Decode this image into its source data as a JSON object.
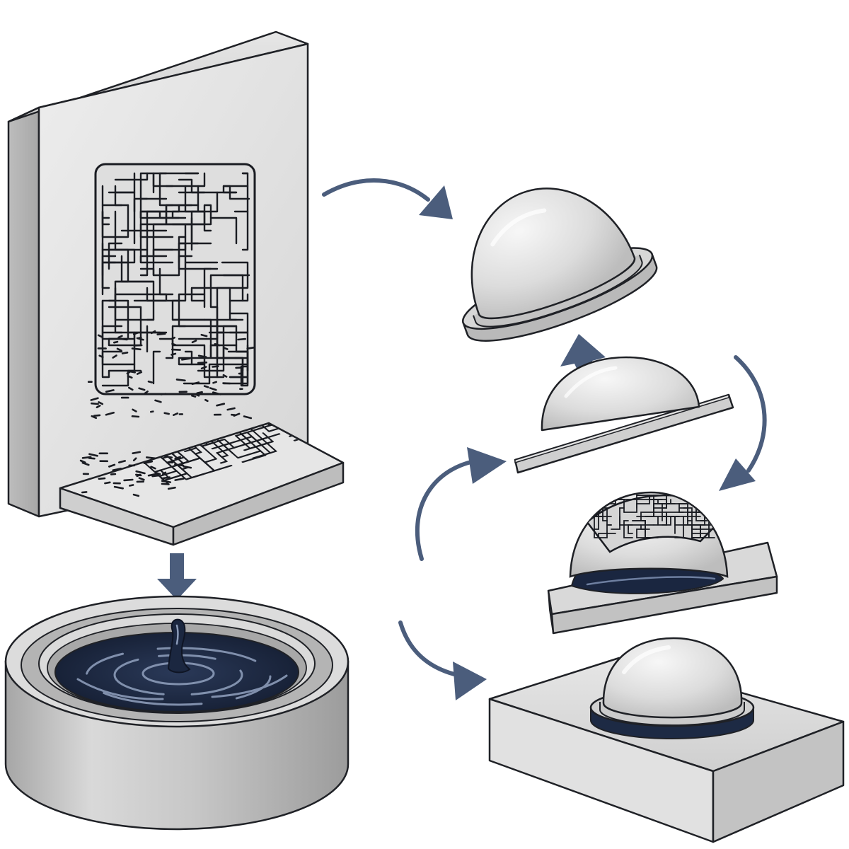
{
  "diagram": {
    "colors": {
      "background": "#ffffff",
      "outline": "#1f2126",
      "metal_light": "#ececec",
      "metal_mid": "#d2d2d2",
      "metal_dark": "#a9a9a9",
      "liquid": "#1d2a44",
      "liquid_highlight": "#8b9bb8",
      "arrow": "#4b5d7c",
      "circuit": "#1a1c22"
    },
    "icons": [
      "down-arrow-icon",
      "curved-arrow-icon",
      "up-arrow-icon"
    ],
    "stages": [
      "vertical-mold-plate-with-circuit",
      "flat-circuit-transfer-plate",
      "liquid-bath-with-droplet",
      "flanged-dome",
      "dome-on-flat-sheet",
      "dome-with-wrapped-circuit",
      "dome-mounted-on-base-block"
    ]
  }
}
